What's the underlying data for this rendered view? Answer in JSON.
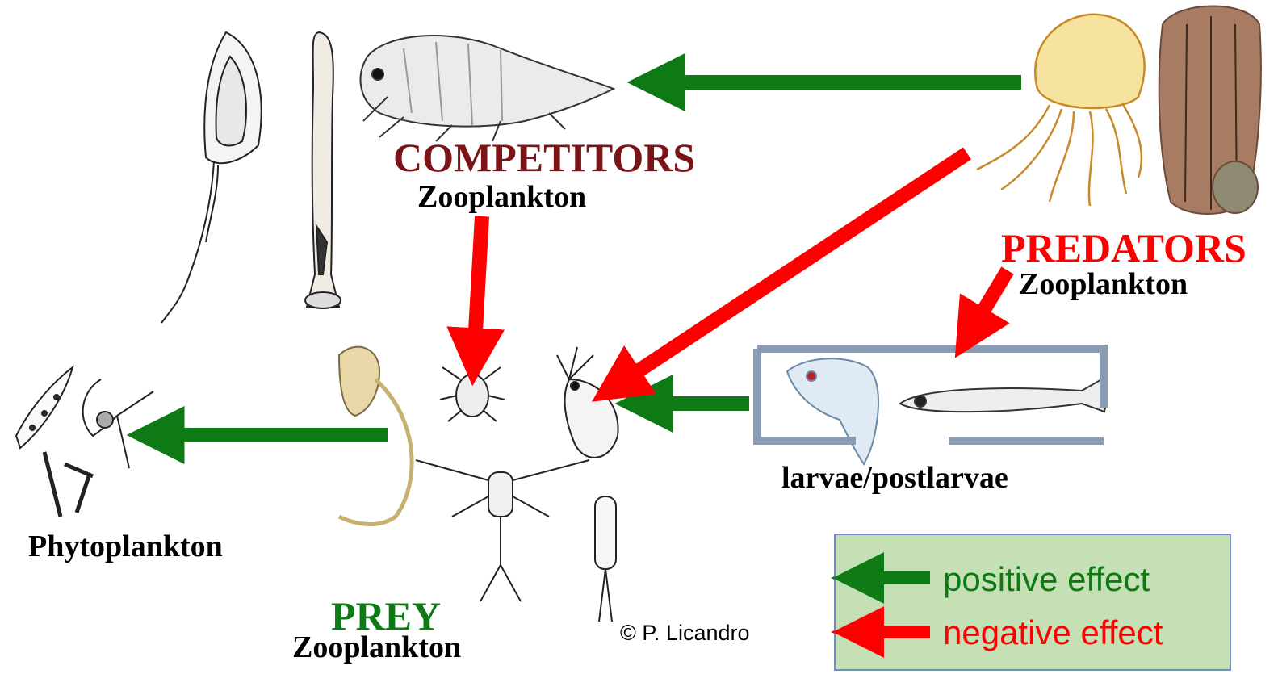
{
  "labels": {
    "competitors_title": "COMPETITORS",
    "competitors_sub": "Zooplankton",
    "predators_title": "PREDATORS",
    "predators_sub": "Zooplankton",
    "prey_title": "PREY",
    "prey_sub": "Zooplankton",
    "phytoplankton": "Phytoplankton",
    "larvae": "larvae/postlarvae"
  },
  "legend": {
    "positive": "positive effect",
    "negative": "negative effect"
  },
  "credit": "© P. Licandro",
  "colors": {
    "positive_arrow": "#0d7a16",
    "negative_arrow": "#ff0000",
    "competitors_label": "#7b1416",
    "predators_label": "#ff0000",
    "prey_label": "#0d7a16",
    "legend_background": "#c5e0b4",
    "larvae_frame": "#8a9bb4"
  },
  "icons": [
    "chaetognath-icon",
    "siphonophore-icon",
    "amphipod-icon",
    "jellyfish-icon",
    "ctenophore-icon",
    "diatom-chain-icon",
    "appendicularian-icon",
    "nauplius-icon",
    "cladoceran-icon",
    "copepod-icon",
    "fish-larva-icon",
    "shrimp-larva-icon"
  ]
}
